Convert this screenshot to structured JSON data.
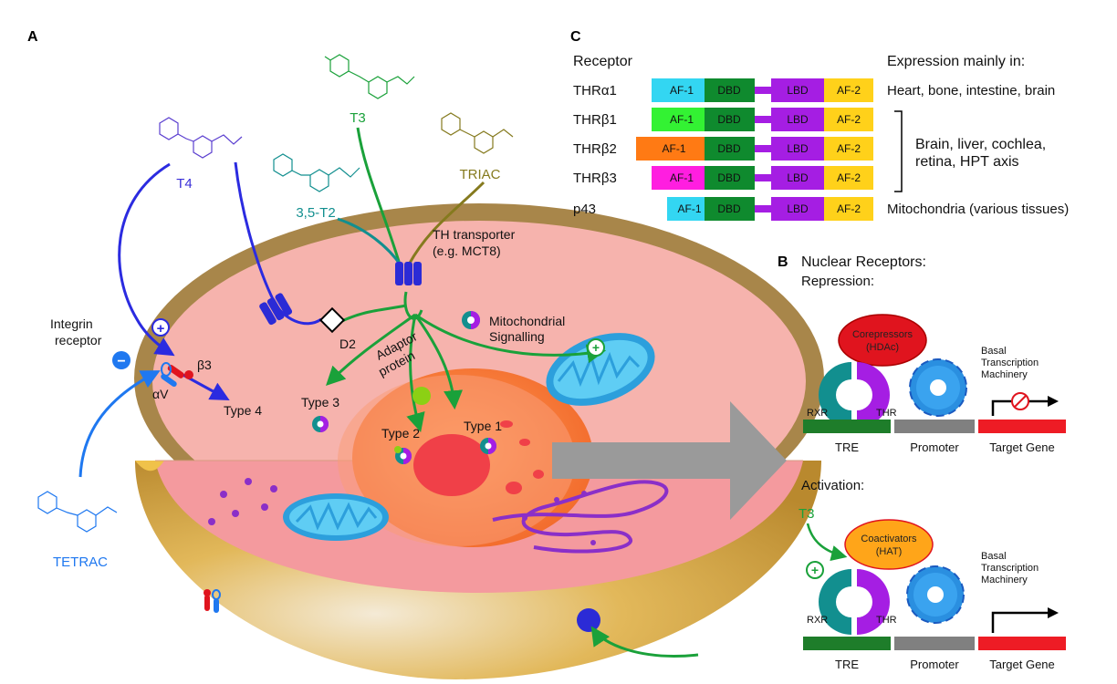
{
  "panels": {
    "a": "A",
    "b": "B",
    "c": "C"
  },
  "panel_a": {
    "ligands": {
      "t4": "T4",
      "t3": "T3",
      "t2": "3,5-T2",
      "triac": "TRIAC",
      "tetrac": "TETRAC"
    },
    "transporter": [
      "TH transporter",
      "(e.g. MCT8)"
    ],
    "integrin": [
      "Integrin",
      "receptor"
    ],
    "beta3": "β3",
    "alphav": "αV",
    "plus": "+",
    "minus": "−",
    "d2": "D2",
    "types": {
      "type1": "Type 1",
      "type2": "Type 2",
      "type3": "Type 3",
      "type4": "Type 4"
    },
    "adaptor": [
      "Adaptor",
      "protein"
    ],
    "mito": [
      "Mitochondrial",
      "Signalling"
    ]
  },
  "panel_c": {
    "col_receptor": "Receptor",
    "col_expression": "Expression mainly in:",
    "receptors": [
      {
        "name": "THRα1",
        "af1_color": "#33d6f2",
        "expression": "Heart, bone, intestine, brain"
      },
      {
        "name": "THRβ1",
        "af1_color": "#33f233",
        "expression": ""
      },
      {
        "name": "THRβ2",
        "af1_color": "#ff7a14",
        "expression": ""
      },
      {
        "name": "THRβ3",
        "af1_color": "#ff1ee0",
        "expression": ""
      },
      {
        "name": "p43",
        "af1_color": "#33d6f2",
        "expression": "Mitochondria (various tissues)"
      }
    ],
    "group_expression": [
      "Brain, liver, cochlea,",
      "retina, HPT axis"
    ],
    "domains": {
      "af1": "AF-1",
      "dbd": "DBD",
      "lbd": "LBD",
      "af2": "AF-2"
    },
    "colors": {
      "dbd": "#0f8a2e",
      "lbd": "#a51ee3",
      "af2": "#ffd11a"
    }
  },
  "panel_b": {
    "title": "Nuclear Receptors:",
    "repression": {
      "label": "Repression:",
      "complex": [
        "Corepressors",
        "(HDAc)"
      ]
    },
    "activation": {
      "label": "Activation:",
      "ligand": "T3",
      "complex": [
        "Coactivators",
        "(HAT)"
      ]
    },
    "basal": [
      "Basal",
      "Transcription",
      "Machinery"
    ],
    "rxr": "RXR",
    "thr": "THR",
    "dna": {
      "tre": "TRE",
      "promoter": "Promoter",
      "target": "Target Gene"
    },
    "colors": {
      "tre": "#1e7d2a",
      "promoter": "#808080",
      "target": "#ee1c25",
      "corepressor": "#e0141e",
      "coactivator": "#ffa519"
    }
  }
}
